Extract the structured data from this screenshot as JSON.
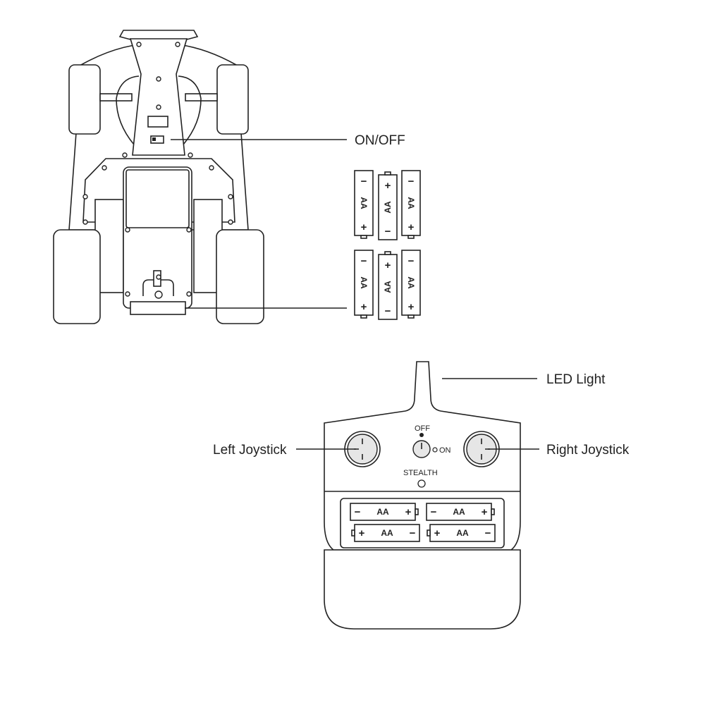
{
  "labels": {
    "on_off": "ON/OFF",
    "led_light": "LED Light",
    "left_joystick": "Left Joystick",
    "right_joystick": "Right Joystick"
  },
  "remote": {
    "switch_off": "OFF",
    "switch_on": "ON",
    "stealth": "STEALTH"
  },
  "battery": {
    "type": "AA",
    "plus": "+",
    "minus": "−"
  },
  "car_battery_count": 6,
  "remote_battery_count": 4,
  "colors": {
    "line": "#222222",
    "joystick_fill": "#e6e6e6"
  }
}
